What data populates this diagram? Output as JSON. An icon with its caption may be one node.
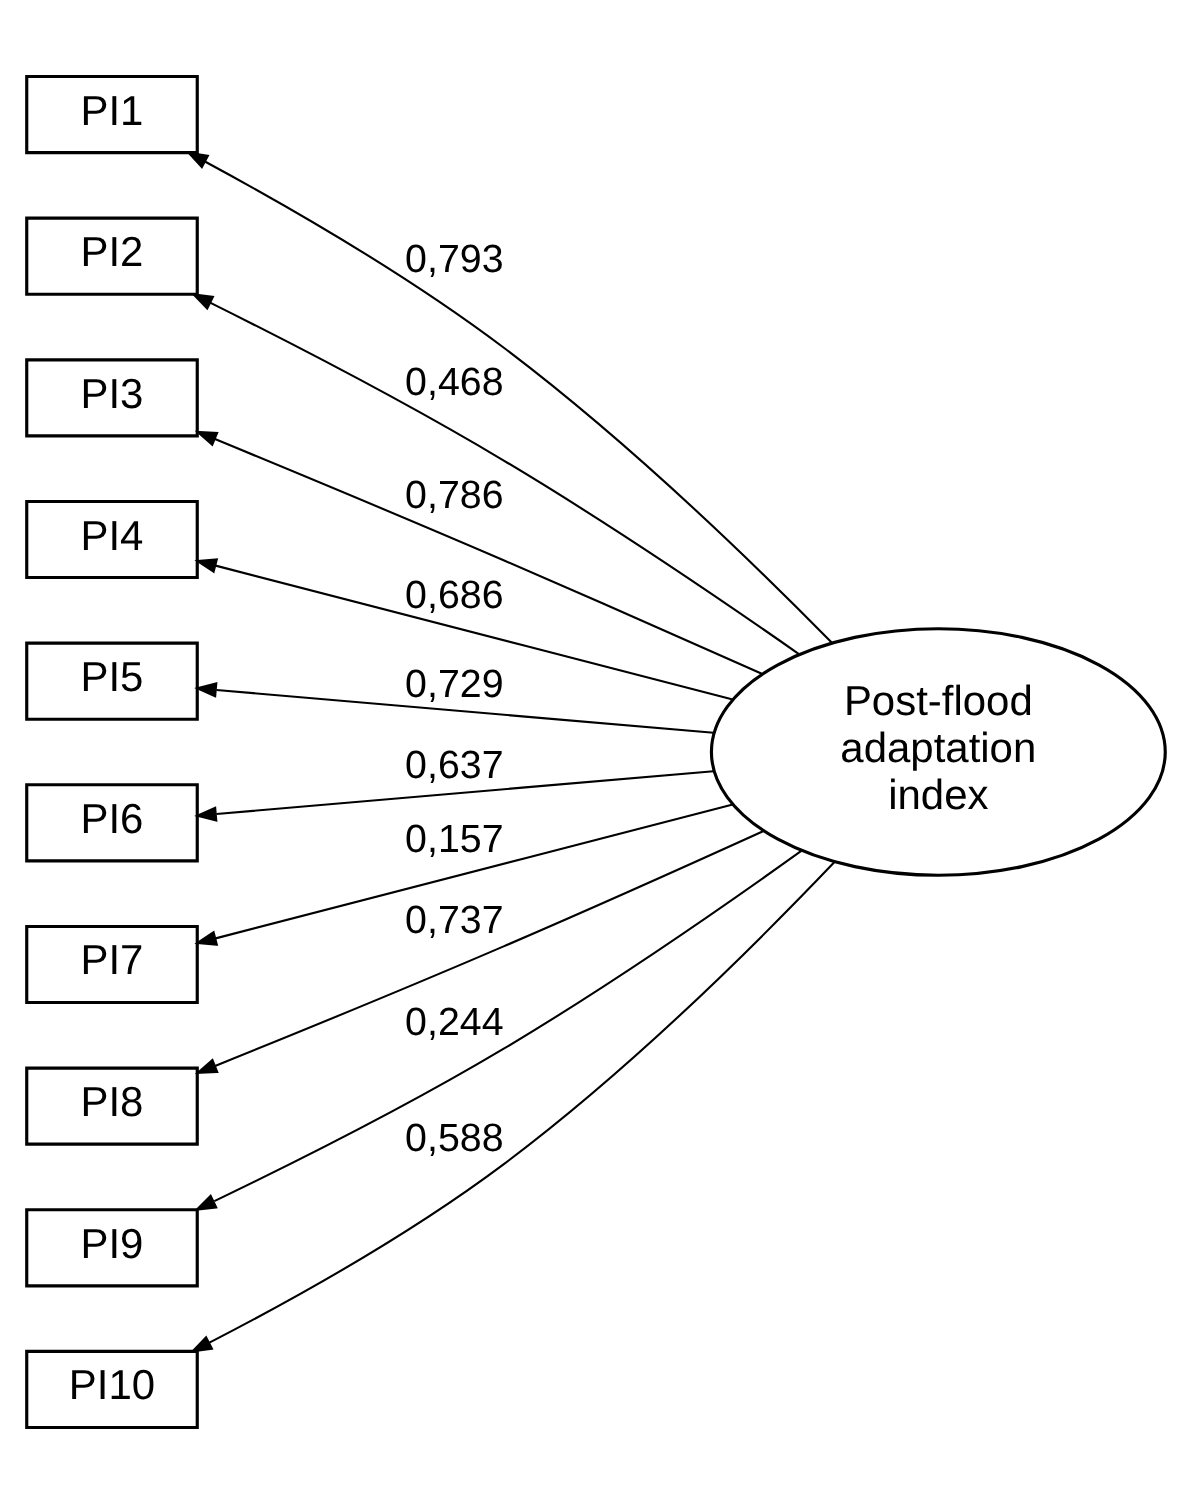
{
  "diagram": {
    "nodes": [
      {
        "text": [
          "Post-flood adaptation index"
        ]
      },
      {
        "text": [
          "PI1"
        ]
      },
      {
        "text": [
          "PI2"
        ]
      },
      {
        "text": [
          "PI3"
        ]
      },
      {
        "text": [
          "PI4"
        ]
      },
      {
        "text": [
          "PI5"
        ]
      },
      {
        "text": [
          "PI6"
        ]
      },
      {
        "text": [
          "PI7"
        ]
      },
      {
        "text": [
          "PI8"
        ]
      },
      {
        "text": [
          "PI9"
        ]
      },
      {
        "text": [
          "PI10"
        ]
      }
    ],
    "edges": [
      {
        "from": 0,
        "to": 1,
        "arrow": "to",
        "label": "0,793"
      },
      {
        "from": 0,
        "to": 2,
        "arrow": "to",
        "label": "0,468"
      },
      {
        "from": 0,
        "to": 3,
        "arrow": "to",
        "label": "0,786"
      },
      {
        "from": 0,
        "to": 4,
        "arrow": "to",
        "label": "0,686"
      },
      {
        "from": 0,
        "to": 5,
        "arrow": "to",
        "label": "0,729"
      },
      {
        "from": 0,
        "to": 6,
        "arrow": "to",
        "label": "0,637"
      },
      {
        "from": 0,
        "to": 7,
        "arrow": "to",
        "label": "0,157"
      },
      {
        "from": 0,
        "to": 8,
        "arrow": "to",
        "label": "0,737"
      },
      {
        "from": 0,
        "to": 9,
        "arrow": "to",
        "label": "0,244"
      },
      {
        "from": 0,
        "to": 10,
        "arrow": "to",
        "label": "0,588"
      }
    ]
  }
}
